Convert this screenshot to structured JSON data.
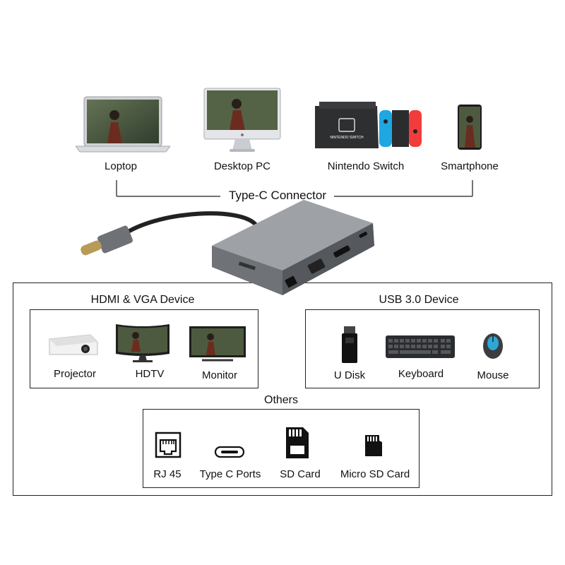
{
  "devices": {
    "laptop": "Loptop",
    "desktop": "Desktop PC",
    "switch": "Nintendo Switch",
    "phone": "Smartphone"
  },
  "connector_label": "Type-C Connector",
  "hdmi_group": {
    "title": "HDMI & VGA Device",
    "items": [
      "Projector",
      "HDTV",
      "Monitor"
    ]
  },
  "usb_group": {
    "title": "USB 3.0 Device",
    "items": [
      "U Disk",
      "Keyboard",
      "Mouse"
    ]
  },
  "others_group": {
    "title": "Others",
    "items": [
      "RJ 45",
      "Type C Ports",
      "SD Card",
      "Micro SD Card"
    ]
  },
  "switch_logo": "NINTENDO SWITCH",
  "colors": {
    "joycon_left": "#1ea7e1",
    "joycon_right": "#f23c3c",
    "hub_body": "#7d8085",
    "cable": "#222222"
  }
}
